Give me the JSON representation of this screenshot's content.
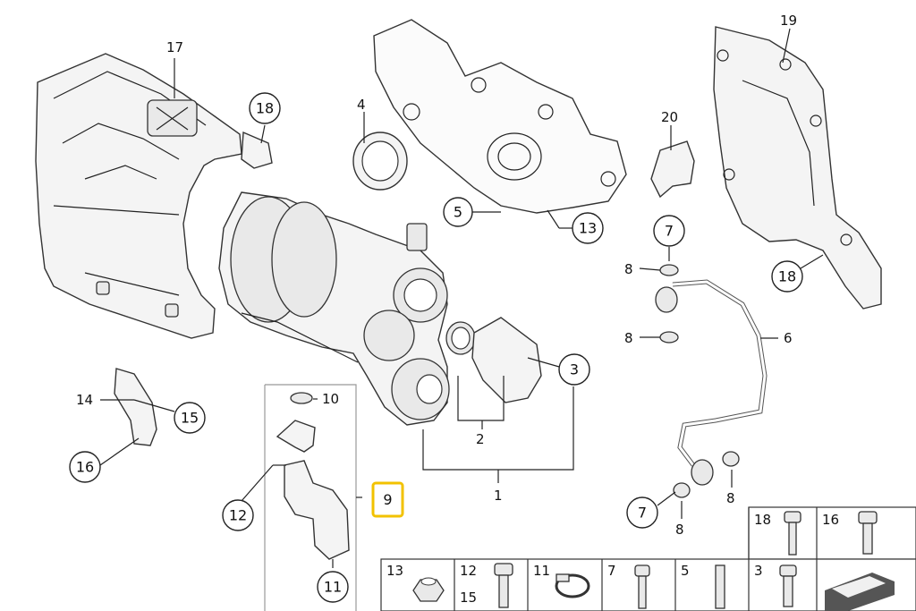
{
  "diagram": {
    "highlight_color": "#f2c200",
    "callouts": {
      "c17": "17",
      "c18a": "18",
      "c4": "4",
      "c19": "19",
      "c20": "20",
      "c5": "5",
      "c13": "13",
      "c7a": "7",
      "c8a": "8",
      "c8b": "8",
      "c18b": "18",
      "c6": "6",
      "c3": "3",
      "c14": "14",
      "c15": "15",
      "c10": "10",
      "c16": "16",
      "c2": "2",
      "c9": "9",
      "c12": "12",
      "c1": "1",
      "c7b": "7",
      "c8c": "8",
      "c8d": "8",
      "c11": "11"
    },
    "legend": {
      "cells": [
        {
          "label": "18"
        },
        {
          "label": "16"
        },
        {
          "label": "13"
        },
        {
          "label": "12",
          "label2": "15"
        },
        {
          "label": "11"
        },
        {
          "label": "7"
        },
        {
          "label": "5"
        },
        {
          "label": "3"
        }
      ]
    }
  }
}
